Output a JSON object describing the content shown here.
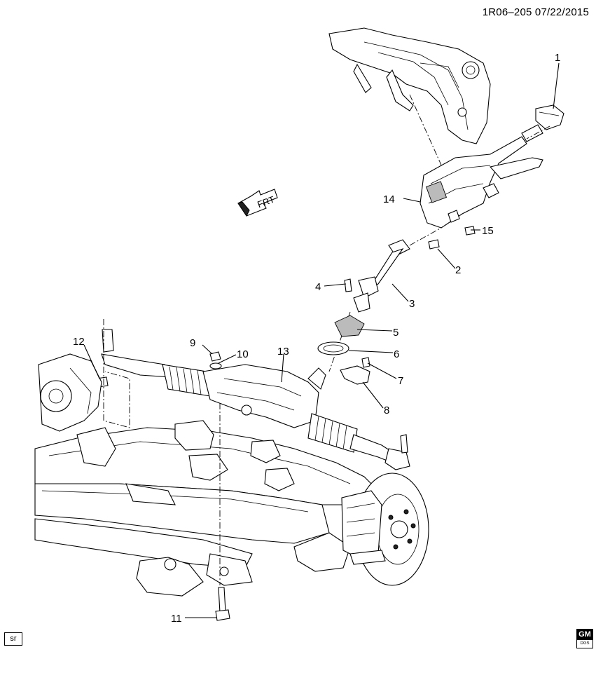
{
  "header": {
    "code": "1R06–205 07/22/2015"
  },
  "direction_label": "FRT",
  "footer": {
    "sr_label": "sr",
    "logo_top": "GM",
    "logo_bottom": "DGS"
  },
  "callouts": [
    {
      "id": "1",
      "label": "1"
    },
    {
      "id": "2",
      "label": "2"
    },
    {
      "id": "3",
      "label": "3"
    },
    {
      "id": "4",
      "label": "4"
    },
    {
      "id": "5",
      "label": "5"
    },
    {
      "id": "6",
      "label": "6"
    },
    {
      "id": "7",
      "label": "7"
    },
    {
      "id": "8",
      "label": "8"
    },
    {
      "id": "9",
      "label": "9"
    },
    {
      "id": "10",
      "label": "10"
    },
    {
      "id": "11",
      "label": "11"
    },
    {
      "id": "12",
      "label": "12"
    },
    {
      "id": "13",
      "label": "13"
    },
    {
      "id": "14",
      "label": "14"
    },
    {
      "id": "15",
      "label": "15"
    }
  ],
  "colors": {
    "line": "#000000",
    "background": "#ffffff"
  }
}
